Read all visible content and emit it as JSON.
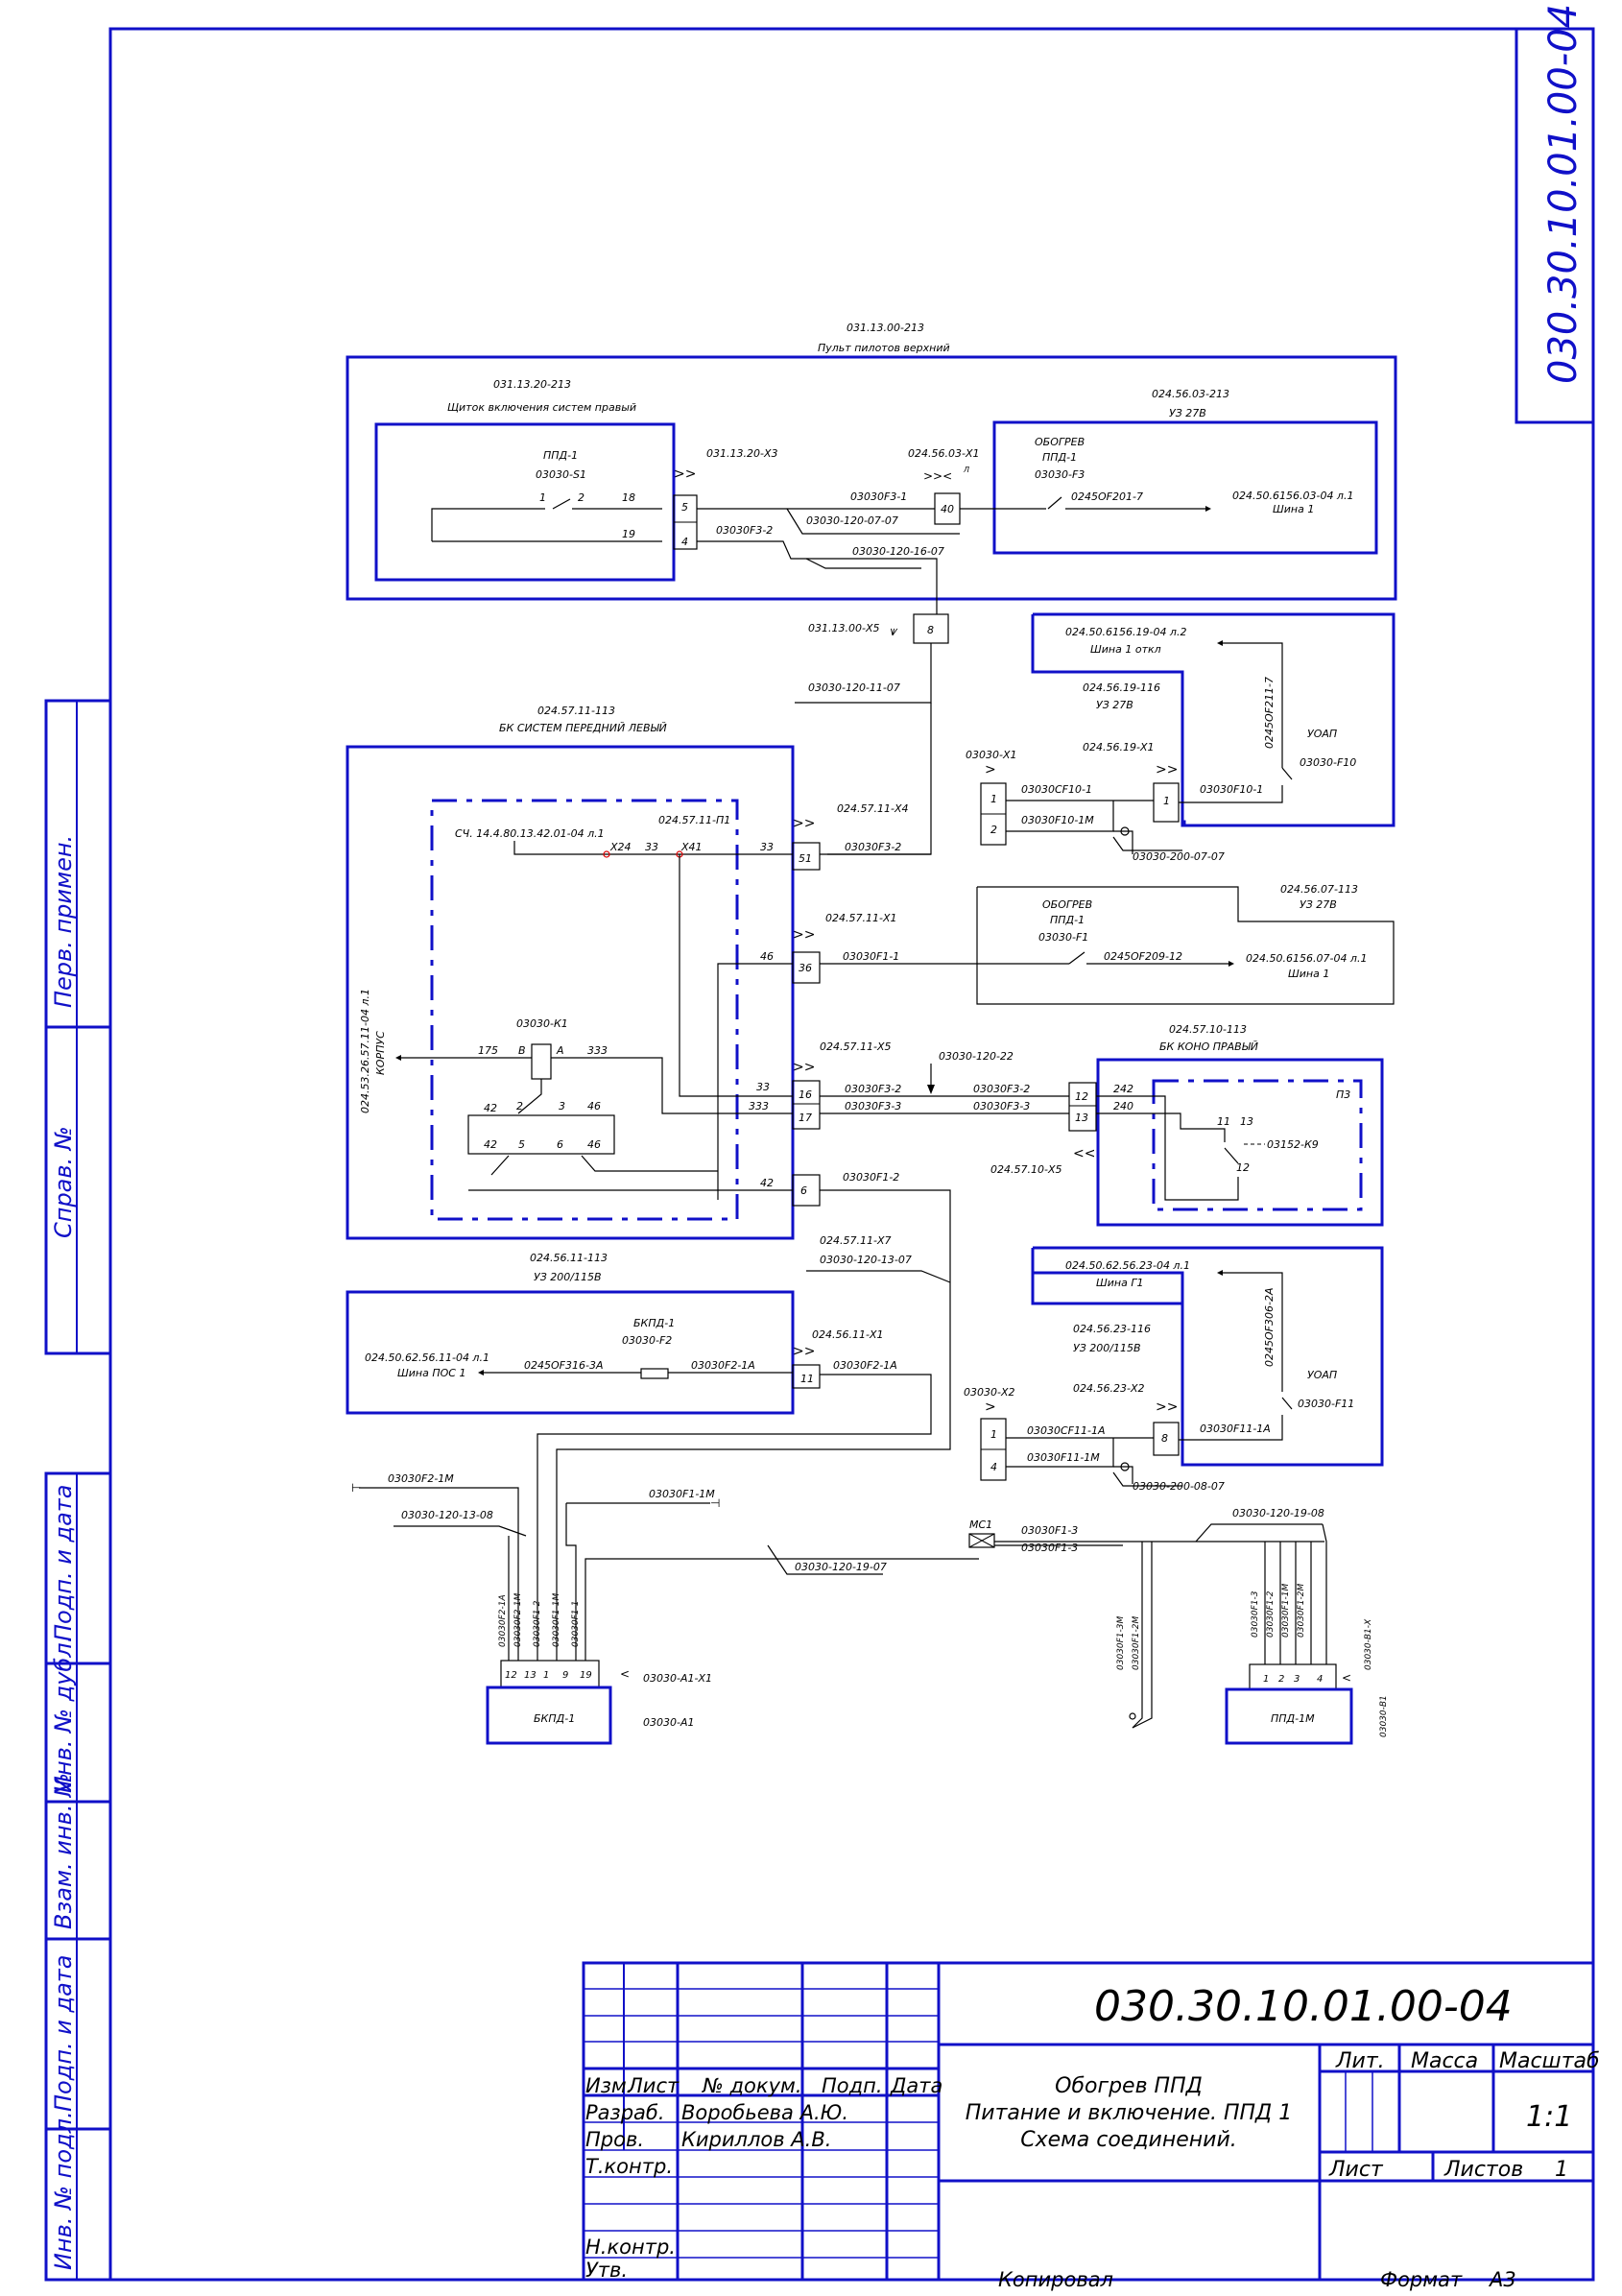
{
  "document": {
    "designation": "030.30.10.01.00-04",
    "copied_by_label": "Копировал",
    "format_label": "Формат",
    "format_value": "А3"
  },
  "side_stamp": {
    "perv_primen": "Перв. примен.",
    "sprav_no": "Справ. №",
    "podp_data_1": "Подп. и дата",
    "inv_dubl": "Инв. № дубл.",
    "vzam_inv": "Взам. инв. №",
    "podp_data_2": "Подп. и дата",
    "inv_podl": "Инв. № подл."
  },
  "title_block": {
    "designation": "030.30.10.01.00-04",
    "headers": {
      "izm": "Изм.",
      "list": "Лист",
      "doc_no": "№ докум.",
      "podp": "Подп.",
      "data": "Дата"
    },
    "roles": {
      "razrab": "Разраб.",
      "razrab_name": "Воробьева А.Ю.",
      "prov": "Пров.",
      "prov_name": "Кириллов А.В.",
      "tkontr": "Т.контр.",
      "nkontr": "Н.контр.",
      "utv": "Утв."
    },
    "title_lines": [
      "Обогрев ППД",
      "Питание и включение. ППД 1",
      "Схема соединений."
    ],
    "lit_label": "Лит.",
    "massa_label": "Масса",
    "masshtab_label": "Масштаб",
    "scale_value": "1:1",
    "list_label": "Лист",
    "listov_label": "Листов",
    "listov_value": "1"
  },
  "schematic": {
    "pult": {
      "code": "031.13.00-213",
      "name": "Пульт пилотов верхний"
    },
    "shchitok": {
      "code": "031.13.20-213",
      "name": "Щиток включения систем правый"
    },
    "ppd1_s1": {
      "l1": "ППД-1",
      "l2": "03030-S1"
    },
    "pins_s1": {
      "p1": "1",
      "p2": "2",
      "p18": "18",
      "p19": "19"
    },
    "x3": {
      "name": "031.13.20-Х3",
      "p5": "5",
      "p4": "4"
    },
    "w_f3_1": "03030F3-1",
    "w_f3_2a": "03030F3-2",
    "w_120_07_07": "03030-120-07-07",
    "w_120_16_07": "03030-120-16-07",
    "x1_top": {
      "name": "024.56.03-Х1",
      "sub": "Л",
      "p40": "40"
    },
    "uz27_top": {
      "code": "024.56.03-213",
      "name": "УЗ 27В"
    },
    "obogrev_f3": {
      "l1": "ОБОГРЕВ",
      "l2": "ППД-1",
      "l3": "03030-F3"
    },
    "w_024f201": "0245ОF201-7",
    "shina1_top": {
      "code": "024.50.6156.03-04 л.1",
      "name": "Шина 1"
    },
    "x5_pult": {
      "name": "031.13.00-Х5",
      "p8": "8"
    },
    "w_120_11_07": "03030-120-11-07",
    "shina1_otkl": {
      "code": "024.50.6156.19-04 л.2",
      "name": "Шина 1 откл"
    },
    "uz27_mid": {
      "code": "024.56.19-116",
      "name": "УЗ 27В"
    },
    "x1_mid": {
      "name": "024.56.19-Х1",
      "p1": "1"
    },
    "w_024f211": "0245ОF211-7",
    "uop_f10": {
      "l1": "УОАП",
      "l2": "03030-F10"
    },
    "w_f10_1": "03030F10-1",
    "x1_f10": {
      "name": "03030-Х1",
      "p1": "1",
      "p2": "2"
    },
    "w_cf10_1": "03030CF10-1",
    "w_f10_1m": "03030F10-1М",
    "w_200_07_07": "03030-200-07-07",
    "bk_front": {
      "code": "024.57.11-113",
      "name": "БК СИСТЕМ ПЕРЕДНИЙ ЛЕВЫЙ"
    },
    "p1_block": {
      "name": "024.57.11-П1",
      "ref": "СЧ. 14.4.80.13.42.01-04 л.1",
      "x24": "Х24",
      "n33a": "33",
      "x41": "Х41",
      "n33b": "33"
    },
    "x4": {
      "name": "024.57.11-Х4",
      "p51": "51"
    },
    "w_f3_2b": "03030F3-2",
    "x1_bk": {
      "name": "024.57.11-Х1",
      "p36": "36"
    },
    "n46a": "46",
    "w_f1_1": "03030F1-1",
    "obogrev_f1": {
      "l1": "ОБОГРЕВ",
      "l2": "ППД-1",
      "l3": "03030-F1"
    },
    "uz27_right": {
      "code": "024.56.07-113",
      "name": "УЗ 27В"
    },
    "w_024f209": "0245ОF209-12",
    "shina1_right": {
      "code": "024.50.6156.07-04 л.1",
      "name": "Шина 1"
    },
    "k1": {
      "name": "03030-К1",
      "b": "В",
      "a": "А",
      "n175": "175",
      "n333": "333",
      "n42a": "42",
      "n2": "2",
      "n3": "3",
      "n46b": "46",
      "n42b": "42",
      "n5": "5",
      "n6": "6",
      "n46c": "46"
    },
    "korpus": {
      "code": "024.53.26.57.11-04 л.1",
      "name": "КОРПУС"
    },
    "x5_bk": {
      "name": "024.57.11-Х5",
      "p16": "16",
      "p17": "17",
      "n33": "33",
      "n333": "333"
    },
    "w_120_22": "03030-120-22",
    "w_f3_2c": "03030F3-2",
    "w_f3_3a": "03030F3-3",
    "w_f3_2d": "03030F3-2",
    "w_f3_3b": "03030F3-3",
    "bk_kono": {
      "code": "024.57.10-113",
      "name": "БК КОНО ПРАВЫЙ"
    },
    "p3": {
      "name": "П3",
      "n242": "242",
      "n240": "240",
      "n11": "11",
      "n13": "13",
      "n12": "12",
      "k9": "03152-К9"
    },
    "x5_kono": {
      "name": "024.57.10-Х5",
      "p12": "12",
      "p13": "13"
    },
    "x7": {
      "name": "024.57.11-Х7",
      "p6": "6",
      "n42": "42"
    },
    "w_f1_2": "03030F1-2",
    "w_120_13_07": "03030-120-13-07",
    "uz200_left": {
      "code": "024.56.11-113",
      "name": "УЗ 200/115В"
    },
    "bkpd_f2": {
      "l1": "БКПД-1",
      "l2": "03030-F2"
    },
    "shina_pos": {
      "code": "024.50.62.56.11-04 л.1",
      "name": "Шина ПОС 1"
    },
    "w_024f316": "0245ОF316-3А",
    "w_f2_1a": "03030F2-1А",
    "x1_uz200": {
      "name": "024.56.11-Х1",
      "p11": "11"
    },
    "w_f2_1a_b": "03030F2-1А",
    "shina_g1": {
      "code": "024.50.62.56.23-04 л.1",
      "name": "Шина Г1"
    },
    "uz200_right": {
      "code": "024.56.23-116",
      "name": "УЗ 200/115В"
    },
    "x2_uz200": {
      "name": "024.56.23-Х2",
      "p8": "8"
    },
    "w_024f306": "0245ОF306-2А",
    "uop_f11": {
      "l1": "УОАП",
      "l2": "03030-F11"
    },
    "x2_f11": {
      "name": "03030-Х2",
      "p1": "1",
      "p4": "4"
    },
    "w_cf11_1a": "03030CF11-1А",
    "w_f11_1m": "03030F11-1М",
    "w_f11_1a": "03030F11-1А",
    "w_200_08_07": "03030-200-08-07",
    "w_f2_1m": "03030F2-1М",
    "w_120_13_08": "03030-120-13-08",
    "w_f1_1m": "03030F1-1М",
    "mc1": "МС1",
    "w_f1_3": "03030F1-3",
    "w_f1_3b": "03030F1-3",
    "w_120_19_08": "03030-120-19-08",
    "w_120_19_07": "03030-120-19-07",
    "bundle_left": [
      "03030F2-1А",
      "03030F2-1М",
      "03030F1-2",
      "03030F1-1М",
      "03030F1-1"
    ],
    "bundle_mid": [
      "03030F1-3М",
      "03030F1-2М"
    ],
    "bundle_right": [
      "03030F1-3",
      "03030F1-2",
      "03030F1-1М",
      "03030F1-2М"
    ],
    "bkpd_a1": {
      "name": "БКПД-1",
      "code": "03030-А1",
      "conn": "03030-А1-Х1",
      "pins": [
        "12",
        "13",
        "1",
        "9",
        "19"
      ]
    },
    "ppd_1m": {
      "name": "ППД-1М",
      "code": "03030-В1",
      "conn": "03030-В1-Х",
      "pins": [
        "1",
        "2",
        "3",
        "4"
      ]
    }
  }
}
